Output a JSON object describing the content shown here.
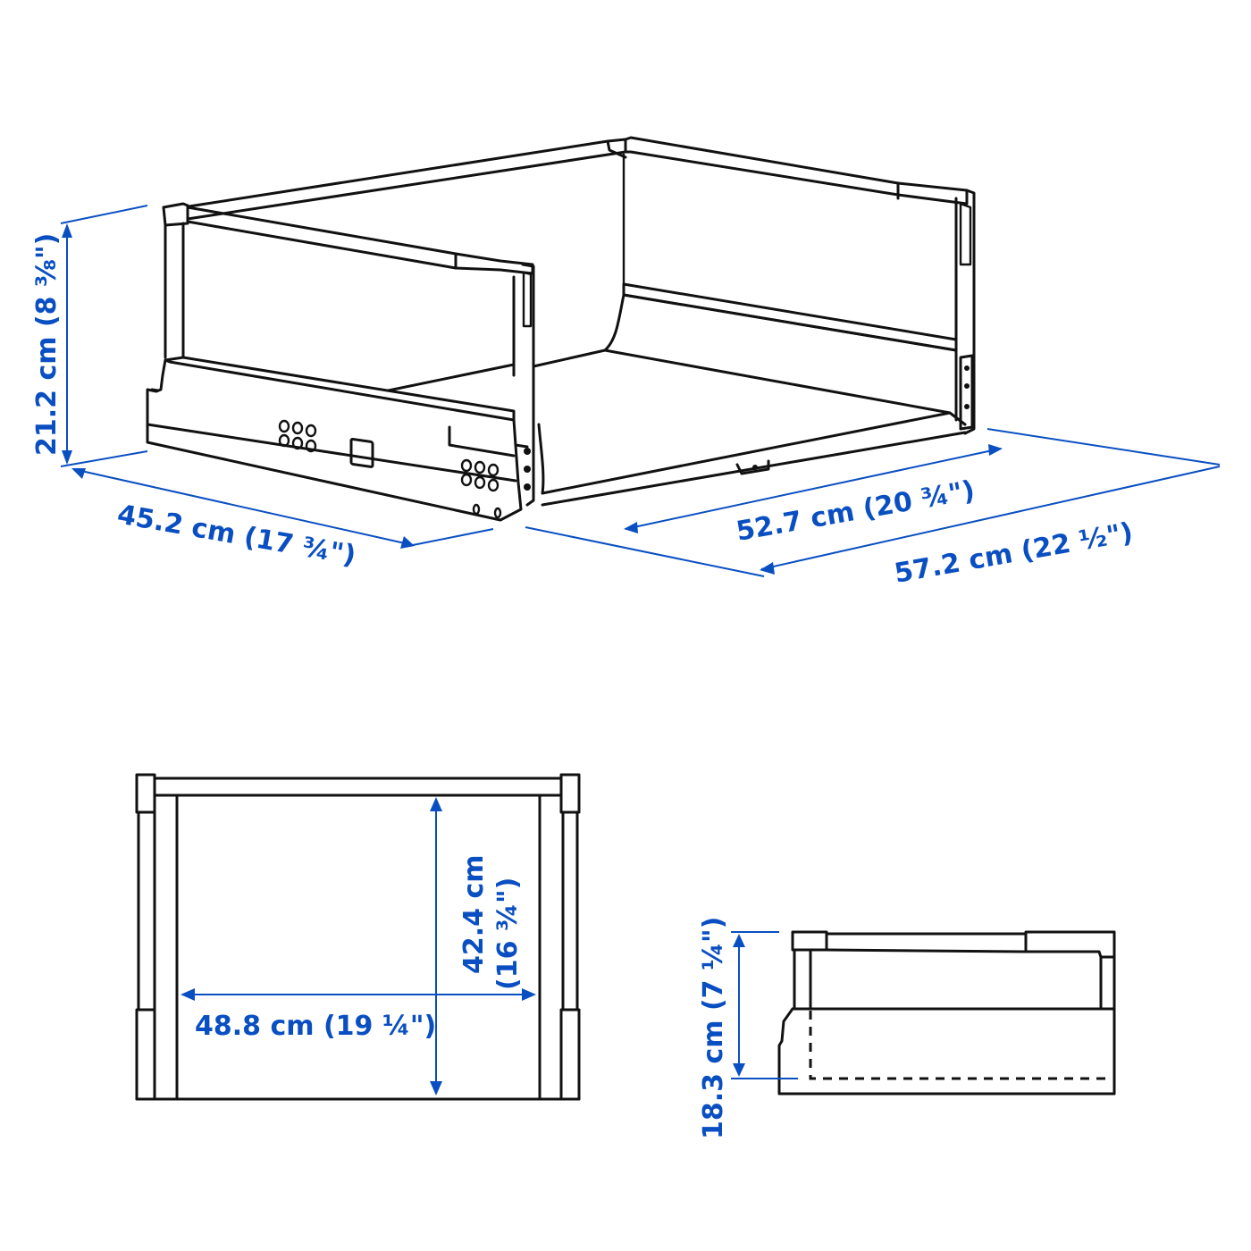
{
  "diagram": {
    "accent_color": "#0a4fc2",
    "line_color": "#111111",
    "views": {
      "perspective": {
        "height_label": "21.2 cm (8 ⅜\")",
        "depth_label": "45.2 cm (17 ¾\")",
        "inner_width_label": "52.7 cm (20 ¾\")",
        "outer_width_label": "57.2 cm (22 ½\")"
      },
      "top": {
        "inner_width_label": "48.8 cm (19 ¼\")",
        "inner_depth_value": "42.4 cm",
        "inner_depth_imperial": "(16 ¾\")"
      },
      "side": {
        "height_label": "18.3 cm (7 ¼\")"
      }
    }
  }
}
